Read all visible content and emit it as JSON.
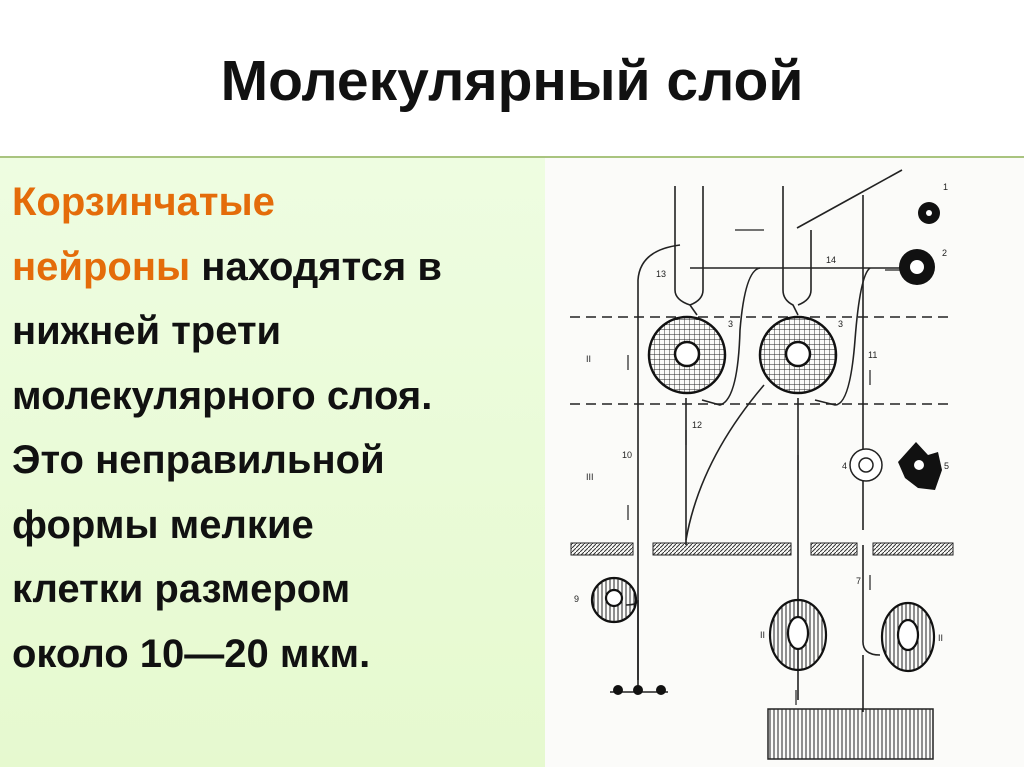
{
  "slide": {
    "title": "Молекулярный слой",
    "accent_color": "#e46c0a",
    "body": {
      "line1_highlight": "Корзинчатые",
      "line2_highlight": "нейроны",
      "line2_rest": " находятся в",
      "line3": "нижней трети",
      "line4": "молекулярного слоя.",
      "line5": "Это неправильной",
      "line6": "формы мелкие",
      "line7": "клетки размером",
      "line8": "около 10—20 мкм."
    }
  },
  "diagram": {
    "labels": [
      "1",
      "2",
      "3",
      "3",
      "13",
      "14",
      "II",
      "11",
      "12",
      "10",
      "III",
      "4",
      "5",
      "7",
      "9",
      "II",
      "II"
    ]
  }
}
